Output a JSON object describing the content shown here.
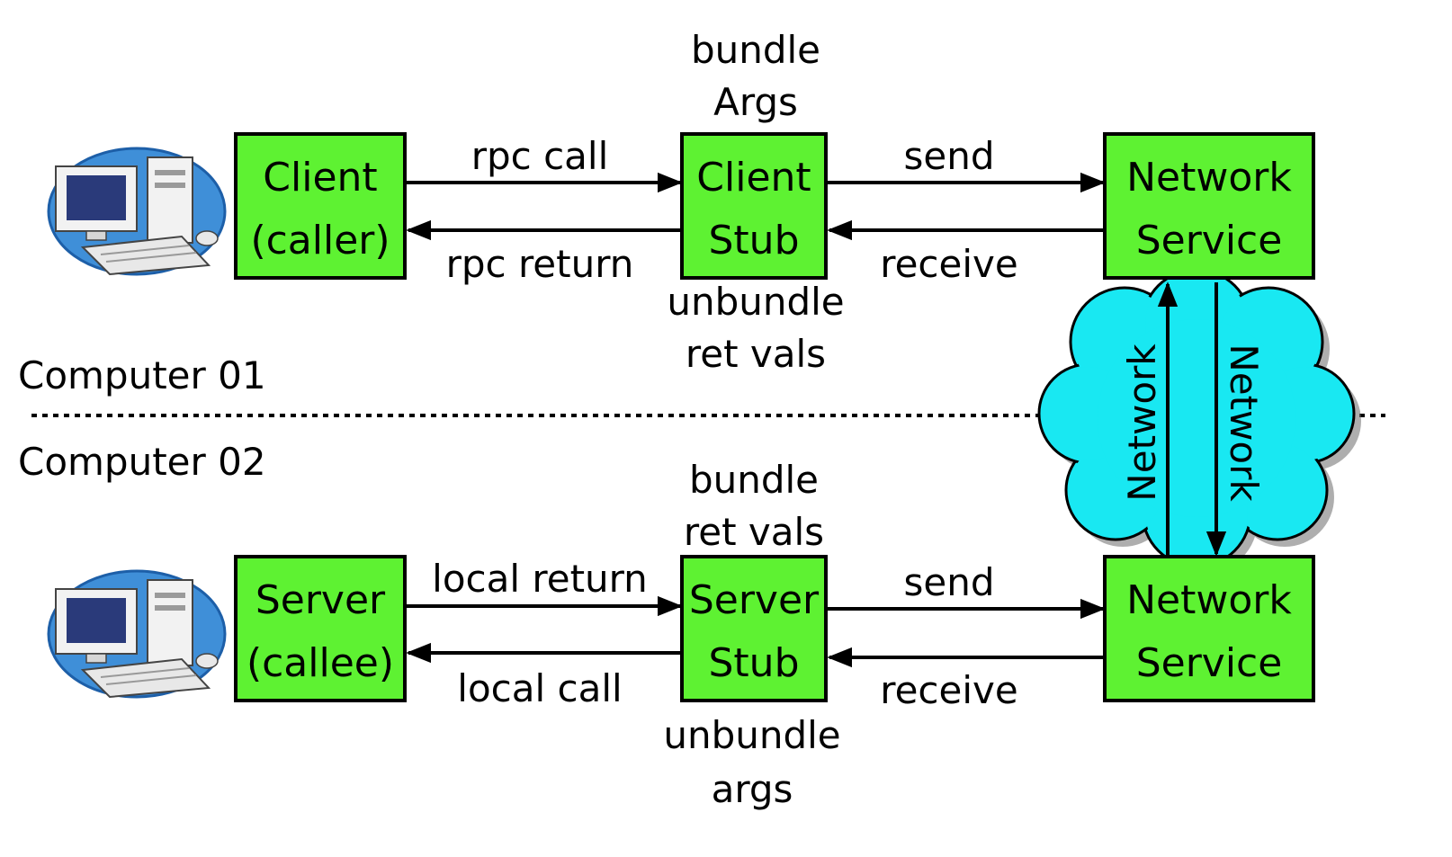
{
  "computers": {
    "top_label": "Computer 01",
    "bottom_label": "Computer 02"
  },
  "client_side": {
    "client_box": {
      "line1": "Client",
      "line2": "(caller)"
    },
    "client_stub_box": {
      "line1": "Client",
      "line2": "Stub"
    },
    "network_service_box": {
      "line1": "Network",
      "line2": "Service"
    },
    "call_arrow_label": "rpc call",
    "return_arrow_label": "rpc return",
    "send_label": "send",
    "receive_label": "receive",
    "stub_above": {
      "line1": "bundle",
      "line2": "Args"
    },
    "stub_below": {
      "line1": "unbundle",
      "line2": "ret vals"
    }
  },
  "server_side": {
    "server_box": {
      "line1": "Server",
      "line2": "(callee)"
    },
    "server_stub_box": {
      "line1": "Server",
      "line2": "Stub"
    },
    "network_service_box": {
      "line1": "Network",
      "line2": "Service"
    },
    "return_arrow_label": "local return",
    "call_arrow_label": "local call",
    "send_label": "send",
    "receive_label": "receive",
    "stub_above": {
      "line1": "bundle",
      "line2": "ret vals"
    },
    "stub_below": {
      "line1": "unbundle",
      "line2": "args"
    }
  },
  "network_cloud": {
    "up_label": "Network",
    "down_label": "Network"
  },
  "colors": {
    "box_fill": "#5ef232",
    "cloud_fill": "#19e8f2",
    "computer_disc": "#3f8fd8"
  }
}
